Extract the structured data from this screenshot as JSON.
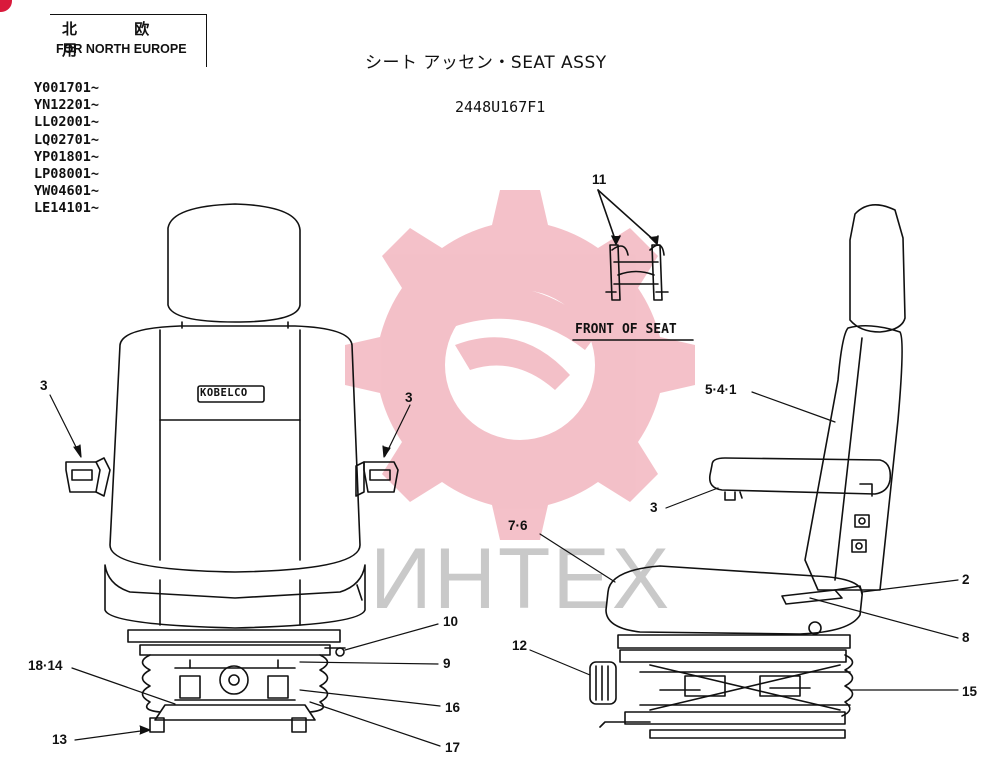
{
  "region": {
    "jp": "北 欧 用",
    "en": "FOR NORTH EUROPE"
  },
  "serials": [
    "Y001701~",
    "YN12201~",
    "LL02001~",
    "LQ02701~",
    "YP01801~",
    "LP08001~",
    "YW04601~",
    "LE14101~"
  ],
  "title": "シート  アッセン・SEAT  ASSY",
  "part_number": "2448U167F1",
  "front_view_label": "FRONT  OF  SEAT",
  "brand": "KOBELCO",
  "watermark": "ИНТЕХ",
  "callouts": {
    "c3_left": "3",
    "c3_right": "3",
    "c10": "10",
    "c9": "9",
    "c18_14": "18·14",
    "c16": "16",
    "c13": "13",
    "c17": "17",
    "c11": "11",
    "c5_4_1": "5·4·1",
    "c3_side": "3",
    "c7_6": "7·6",
    "c2": "2",
    "c8": "8",
    "c12": "12",
    "c15": "15"
  },
  "colors": {
    "line": "#111111",
    "watermark_gear": "#f2b6bf",
    "watermark_text": "#c9c9c9",
    "corner_badge": "#d91a3c"
  }
}
